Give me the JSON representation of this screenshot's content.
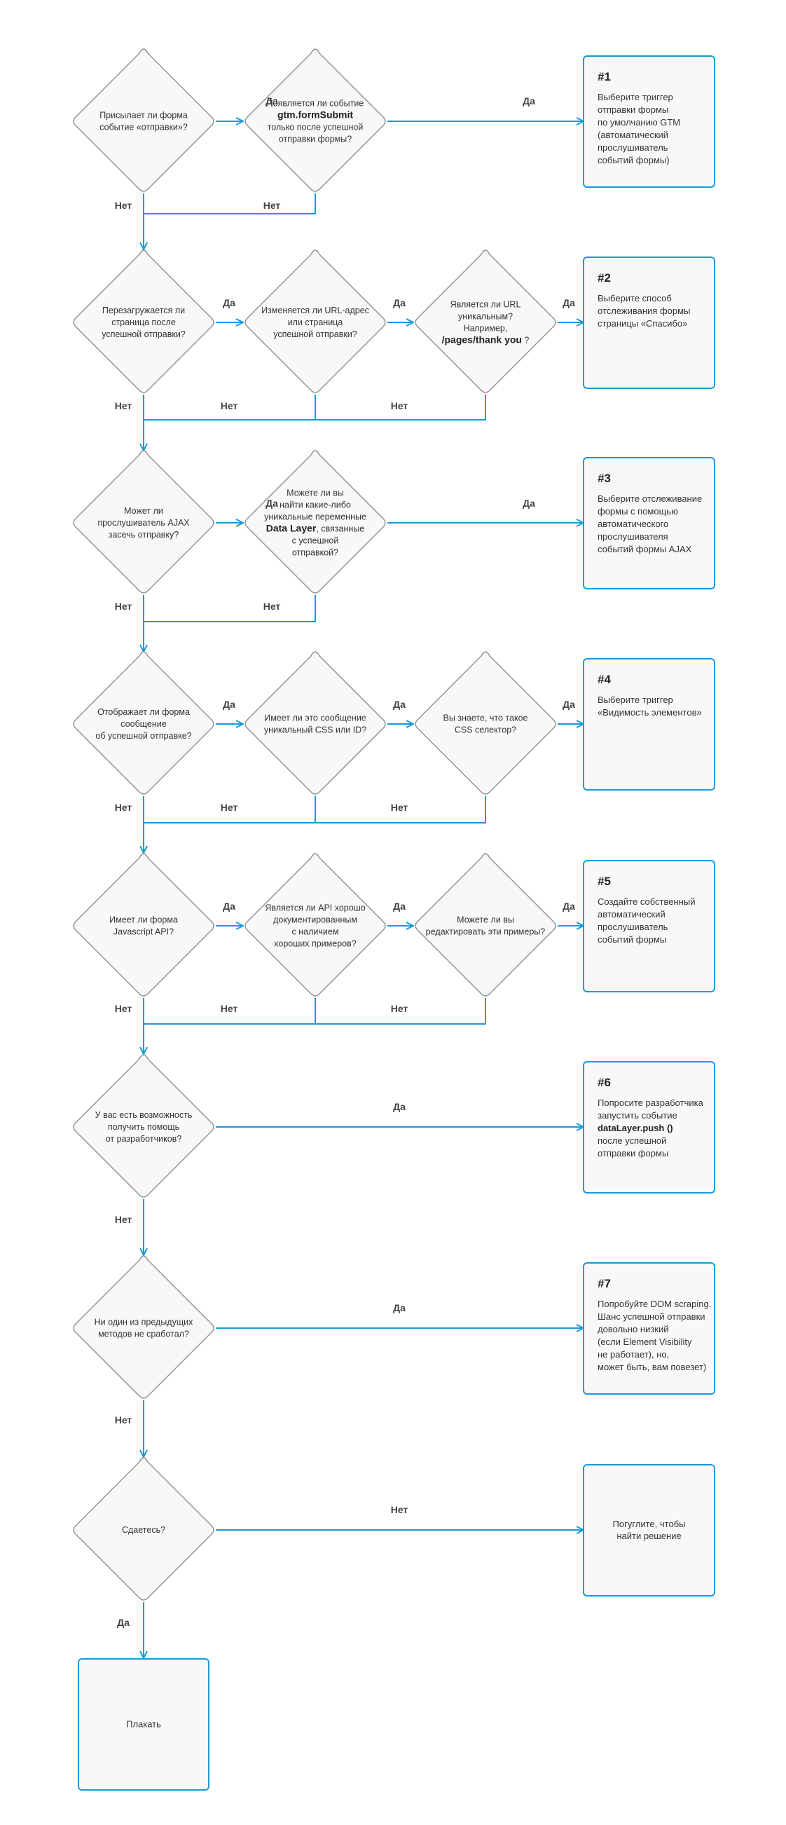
{
  "decisions": {
    "d1a": [
      "Присылает ли форма",
      "событие «отправки»?"
    ],
    "d1b": [
      "Появляется ли событие",
      "**gtm.formSubmit**",
      "только после успешной",
      "отправки формы?"
    ],
    "d2a": [
      "Перезагружается ли",
      "страница после",
      "успешной отправки?"
    ],
    "d2b": [
      "Изменяется ли URL-адрес",
      "или страница",
      "успешной отправки?"
    ],
    "d2c": [
      "Является ли URL",
      "уникальным?",
      "Например,",
      "**/pages/thank you** ?"
    ],
    "d3a": [
      "Может ли",
      "прослушиватель AJAX",
      "засечь отправку?"
    ],
    "d3b": [
      "Можете ли вы",
      "найти какие-либо",
      "уникальные переменные",
      "**Data Layer**, связанные",
      "с успешной",
      "отправкой?"
    ],
    "d4a": [
      "Отображает ли форма",
      "сообщение",
      "об успешной отправке?"
    ],
    "d4b": [
      "Имеет ли это сообщение",
      "уникальный CSS или ID?"
    ],
    "d4c": [
      "Вы знаете, что такое",
      "CSS селектор?"
    ],
    "d5a": [
      "Имеет ли форма",
      "Javascript API?"
    ],
    "d5b": [
      "Является ли API хорошо",
      "документированным",
      "с наличием",
      "хороших примеров?"
    ],
    "d5c": [
      "Можете ли вы",
      "редактировать эти примеры?"
    ],
    "d6": [
      "У вас есть возможность",
      "получить помощь",
      "от разработчиков?"
    ],
    "d7": [
      "Ни один из предыдущих",
      "методов не сработал?"
    ],
    "d8": [
      "Сдаетесь?"
    ]
  },
  "boxes": {
    "b1": {
      "num": "#1",
      "lines": [
        "Выберите триггер",
        "отправки формы",
        "по умолчанию GTM",
        "(автоматический",
        "прослушиватель",
        "событий формы)"
      ]
    },
    "b2": {
      "num": "#2",
      "lines": [
        "Выберите способ",
        "отслеживания формы",
        "страницы «Спасибо»"
      ]
    },
    "b3": {
      "num": "#3",
      "lines": [
        "Выберите отслеживание",
        "формы с помощью",
        "автоматического",
        "прослушивателя",
        "событий формы AJAX"
      ]
    },
    "b4": {
      "num": "#4",
      "lines": [
        "Выберите триггер",
        "«Видимость элементов»"
      ]
    },
    "b5": {
      "num": "#5",
      "lines": [
        "Создайте собственный",
        "автоматический",
        "прослушиватель",
        "событий формы"
      ]
    },
    "b6": {
      "num": "#6",
      "lines": [
        "Попросите разработчика",
        "запустить событие",
        "**dataLayer.push ()**",
        "после успешной",
        "отправки формы"
      ]
    },
    "b7": {
      "num": "#7",
      "lines": [
        "Попробуйте DOM scraping.",
        "Шанс успешной отправки",
        "довольно низкий",
        "(если Element Visibility",
        "не работает), но,",
        "может быть, вам повезет)"
      ]
    },
    "b8": {
      "num": "",
      "lines": [
        "Погуглите, чтобы",
        "найти решение"
      ]
    },
    "b9": {
      "num": "",
      "lines": [
        "Плакать"
      ]
    }
  },
  "labels": {
    "yes": "Да",
    "no": "Нет"
  },
  "colors": {
    "line": "#1a9ad9",
    "box_border": "#1a9ad9",
    "diamond_border": "#8f8f8f",
    "fill": "#f8f8f8"
  }
}
